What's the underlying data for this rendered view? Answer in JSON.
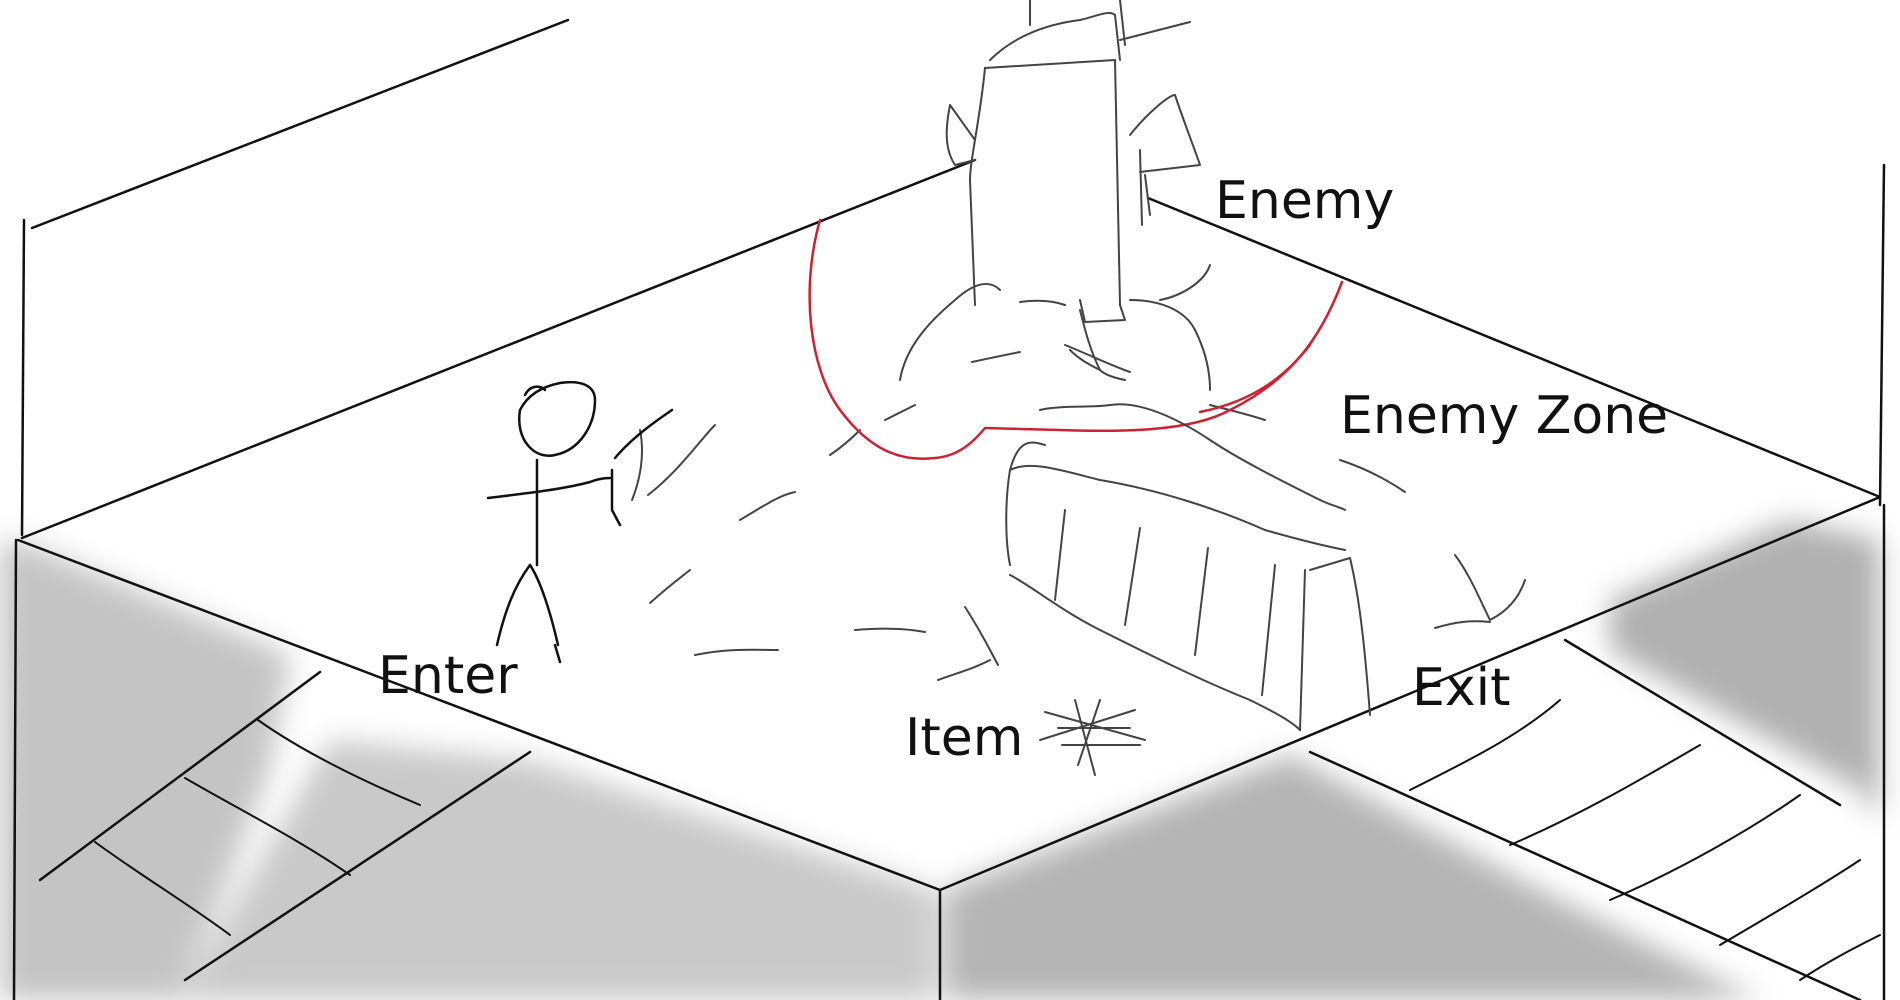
{
  "labels": {
    "enemy": "Enemy",
    "enemy_zone": "Enemy Zone",
    "enter": "Enter",
    "item": "Item",
    "exit": "Exit"
  },
  "colors": {
    "line": "#111111",
    "pencil": "#444444",
    "zone": "#cc2233",
    "shadow": "#b8b8b8"
  }
}
